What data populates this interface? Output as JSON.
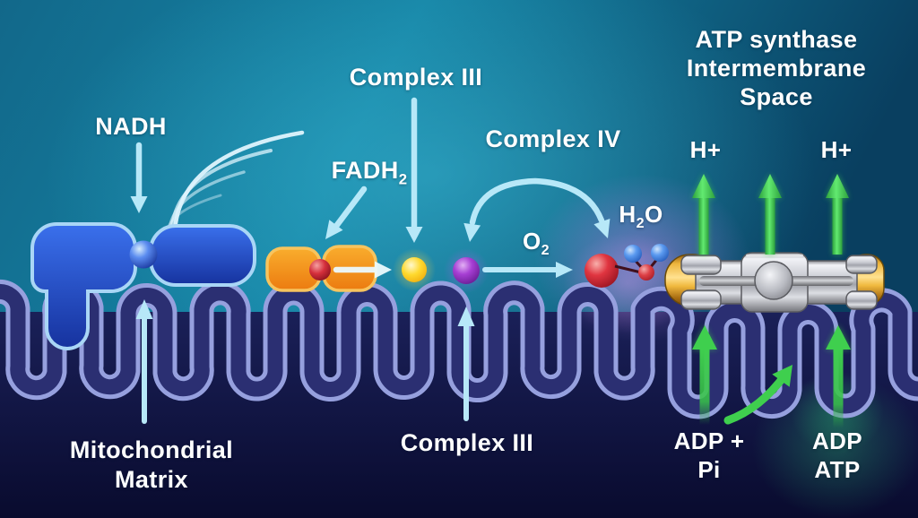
{
  "title": "Mitochondrial electron transport chain diagram",
  "labels": {
    "nadh": "NADH",
    "complex_iii_top": "Complex III",
    "fadh2": {
      "base": "FADH",
      "sub": "2"
    },
    "complex_iv": "Complex IV",
    "o2": {
      "base": "O",
      "sub": "2"
    },
    "h2o": {
      "base": "H",
      "sub": "2",
      "tail": "O"
    },
    "atp_synthase_block": {
      "line1": "ATP synthase",
      "line2": "Intermembrane",
      "line3": "Space"
    },
    "h_plus_left": "H+",
    "h_plus_right": "H+",
    "mitochondrial_matrix": {
      "line1": "Mitochondrial",
      "line2": "Matrix"
    },
    "complex_iii_bottom": "Complex III",
    "adp_pi": {
      "line1": "ADP +",
      "line2": "Pi"
    },
    "adp_atp": {
      "line1": "ADP",
      "line2": "ATP"
    }
  },
  "colors": {
    "background_teal": "#1583a4",
    "background_deep_blue": "#0a4264",
    "matrix_navy": "#0d1040",
    "membrane_fill": "#2b2f72",
    "membrane_outline": "#96a0de",
    "complex_blue": "#2a5bd8",
    "complex_blue_outline": "#a9d6f6",
    "complex_orange": "#f2911c",
    "complex_orange_outline": "#f7c45e",
    "sphere_red": "#c8242f",
    "sphere_yellow": "#ffd226",
    "sphere_purple": "#9934cc",
    "sphere_red_large": "#d41f30",
    "water_blue": "#3a7ade",
    "atp_synthase_gold": "#e8a825",
    "atp_synthase_silver": "#c6c8ce",
    "arrow_cyan": "#b7e8f8",
    "arrow_green": "#3fd653",
    "purple_haze": "#b478e0",
    "atp_green_glow": "#28be6e",
    "text": "#ffffff"
  }
}
